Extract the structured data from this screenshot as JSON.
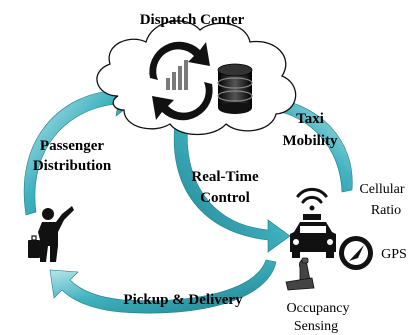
{
  "labels": {
    "dispatch_center": "Dispatch Center",
    "passenger_line1": "Passenger",
    "passenger_line2": "Distribution",
    "taxi_line1": "Taxi",
    "taxi_line2": "Mobility",
    "realtime_line1": "Real-Time",
    "realtime_line2": "Control",
    "pickup_delivery": "Pickup & Delivery",
    "cellular_line1": "Cellular",
    "cellular_line2": "Ratio",
    "gps": "GPS",
    "occupancy_line1": "Occupancy",
    "occupancy_line2": "Sensing"
  },
  "icons": {
    "cloud": "cloud-icon",
    "refresh": "refresh-cycle-icon",
    "bars": "bar-chart-icon",
    "database": "database-icon",
    "person": "passenger-with-luggage-icon",
    "taxi": "taxi-icon",
    "signal": "wireless-signal-icon",
    "gps": "compass-icon",
    "seat": "car-seat-icon"
  },
  "colors": {
    "arrow_fill": "#3fb1bf",
    "arrow_dark": "#1f7f8c",
    "arrow_light": "#c5ecf0",
    "ink": "#1a1a1a"
  }
}
